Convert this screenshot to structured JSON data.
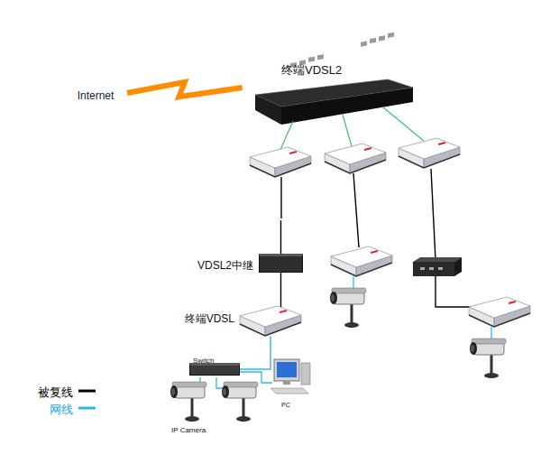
{
  "diagram": {
    "nodes": [
      {
        "text": [
          "终端VDSL2"
        ]
      },
      {
        "text": [
          "Internet"
        ]
      },
      {
        "text": [
          "VDSL2中继"
        ]
      },
      {
        "text": [
          "终端VDSL"
        ]
      },
      {
        "text": [
          "Switch"
        ]
      }
    ],
    "edges": [
      {
        "from": 1,
        "to": 0,
        "arrow": "none"
      },
      {
        "from": 0,
        "to": 2,
        "arrow": "none"
      },
      {
        "from": 2,
        "to": 3,
        "arrow": "none"
      },
      {
        "from": 3,
        "to": 4,
        "arrow": "none"
      }
    ],
    "labels": [
      "PC",
      "IP Camera"
    ],
    "legend": [
      {
        "text": "被复线"
      },
      {
        "text": "网线"
      }
    ]
  }
}
